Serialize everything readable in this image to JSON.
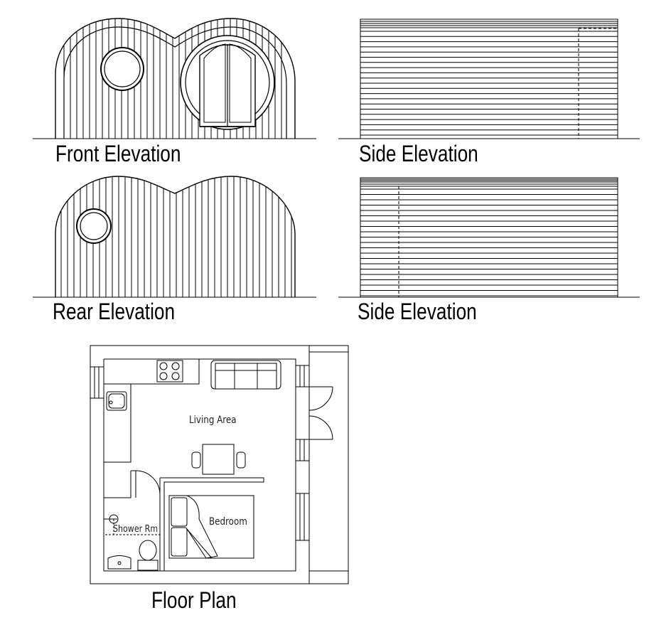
{
  "labels": {
    "front_elevation": "Front Elevation",
    "side_elevation_1": "Side Elevation",
    "rear_elevation": "Rear Elevation",
    "side_elevation_2": "Side Elevation",
    "floor_plan": "Floor Plan"
  },
  "rooms": {
    "living_area": "Living Area",
    "bedroom": "Bedroom",
    "shower_room": "Shower Rm"
  },
  "colors": {
    "line": "#000000",
    "background": "#ffffff"
  }
}
